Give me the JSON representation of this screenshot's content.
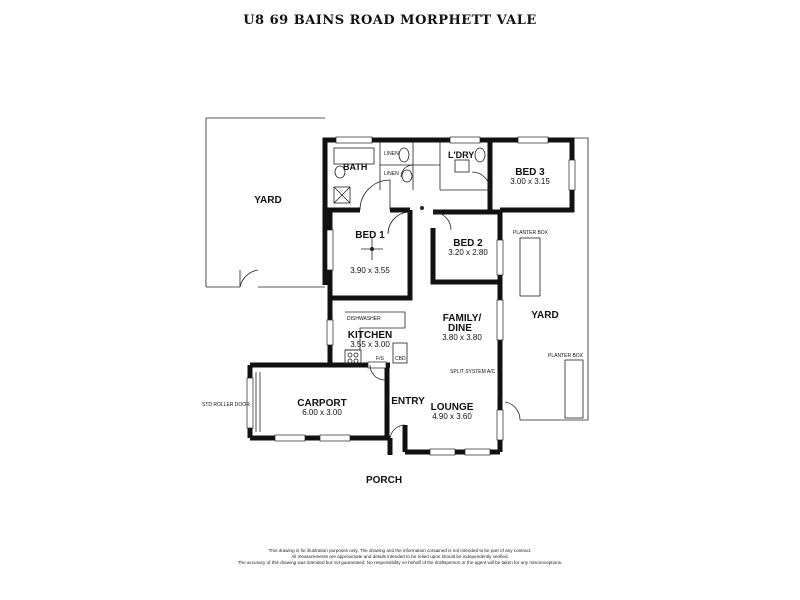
{
  "title": "U8 69 BAINS ROAD MORPHETT VALE",
  "rooms": {
    "yard_left": "YARD",
    "bath": "BATH",
    "lndry": "L'DRY",
    "lnen_1": "L/NEN",
    "lnen_2": "L/NEN",
    "bed3": {
      "name": "BED 3",
      "dims": "3.00 x 3.15"
    },
    "bed1": {
      "name": "BED 1",
      "dims": "3.90 x 3.55"
    },
    "bed2": {
      "name": "BED 2",
      "dims": "3.20 x 2.80"
    },
    "planter_box_1": "PLANTER BOX",
    "yard_right": "YARD",
    "planter_box_2": "PLANTER BOX",
    "dishwasher": "DISHWASHER",
    "kitchen": {
      "name": "KITCHEN",
      "dims": "3.55 x 3.00"
    },
    "fs": "F/S",
    "cbd": "CBD",
    "family": {
      "name_1": "FAMILY/",
      "name_2": "DINE",
      "dims": "3.80 x 3.80"
    },
    "split_system": "SPLIT SYSTEM A/C",
    "carport": {
      "name": "CARPORT",
      "dims": "6.00 x 3.00"
    },
    "roller_door": "STD ROLLER DOOR",
    "entry": "ENTRY",
    "lounge": {
      "name": "LOUNGE",
      "dims": "4.90 x 3.60"
    },
    "porch": "PORCH"
  },
  "disclaimer": {
    "line1": "This drawing is for illustration purposes only. The drawing and the information contained is not intended to be part of any contract.",
    "line2": "All measurements are approximate and details intended to be relied upon should be independently verified.",
    "line3": "The accuracy of this drawing was intended but not guaranteed. No responsibility on behalf of the draftsperson or the agent will be taken for any misconceptions."
  }
}
